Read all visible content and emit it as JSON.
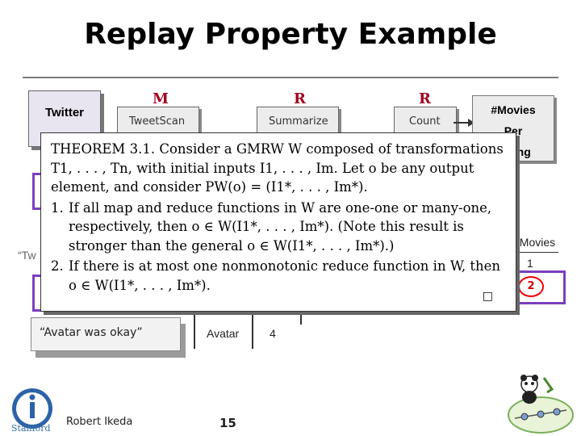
{
  "slide": {
    "title": "Replay Property Example",
    "page_number": "15",
    "author": "Robert Ikeda"
  },
  "workflow": {
    "input_label": "Twitter",
    "stages": [
      {
        "type": "M",
        "name": "TweetScan"
      },
      {
        "type": "R",
        "name": "Summarize"
      },
      {
        "type": "R",
        "name": "Count"
      }
    ],
    "output_label_line1": "#Movies",
    "output_label_line2": "Per",
    "output_label_line3": "Rating"
  },
  "left_partial_text": "“Tw",
  "card_text": "“Avatar was okay”",
  "row": {
    "movie": "Avatar",
    "rating": "4"
  },
  "right_table": {
    "header": "#Movies",
    "values": [
      "1",
      "2"
    ]
  },
  "theorem": {
    "heading": "THEOREM",
    "number": "3.1.",
    "intro": "Consider a GMRW W composed of transformations T1, . . . , Tn, with initial inputs I1, . . . , Im. Let o be any output element, and consider PW(o) = (I1*, . . . , Im*).",
    "item1_num": "1.",
    "item1": "If all map and reduce functions in W are one-one or many-one, respectively, then o ∈ W(I1*, . . . , Im*). (Note this result is stronger than the general o ∈ W(I1*, . . . , Im*).)",
    "item2_num": "2.",
    "item2": "If there is at most one nonmonotonic reduce function in W, then o ∈ W(I1*, . . . , Im*).",
    "qed": "□"
  },
  "colors": {
    "function_label": "#a0001e",
    "highlight_border": "#7a3fc0",
    "circle": "#e00000"
  },
  "logos": [
    "stanford-infolab-logo",
    "panda-logo"
  ]
}
